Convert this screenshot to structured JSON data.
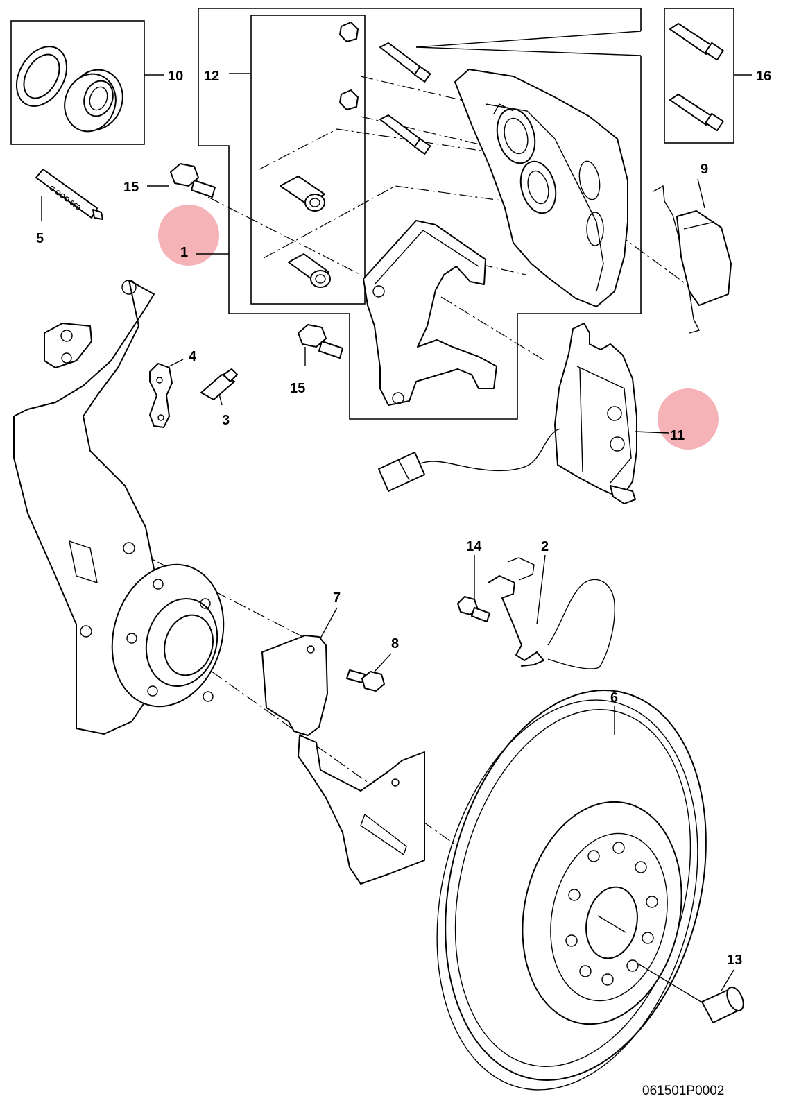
{
  "drawing_code": "061501P0002",
  "highlight_color": "#f4a6aa",
  "tube_label": "G OOO 650",
  "highlighted_callouts": [
    "1",
    "11"
  ],
  "callouts": [
    {
      "id": "c1",
      "label": "1"
    },
    {
      "id": "c2",
      "label": "2"
    },
    {
      "id": "c3",
      "label": "3"
    },
    {
      "id": "c4",
      "label": "4"
    },
    {
      "id": "c5",
      "label": "5"
    },
    {
      "id": "c6",
      "label": "6"
    },
    {
      "id": "c7",
      "label": "7"
    },
    {
      "id": "c8",
      "label": "8"
    },
    {
      "id": "c9",
      "label": "9"
    },
    {
      "id": "c10",
      "label": "10"
    },
    {
      "id": "c11",
      "label": "11"
    },
    {
      "id": "c12",
      "label": "12"
    },
    {
      "id": "c13",
      "label": "13"
    },
    {
      "id": "c14",
      "label": "14"
    },
    {
      "id": "c15a",
      "label": "15"
    },
    {
      "id": "c15b",
      "label": "15"
    },
    {
      "id": "c16",
      "label": "16"
    }
  ]
}
